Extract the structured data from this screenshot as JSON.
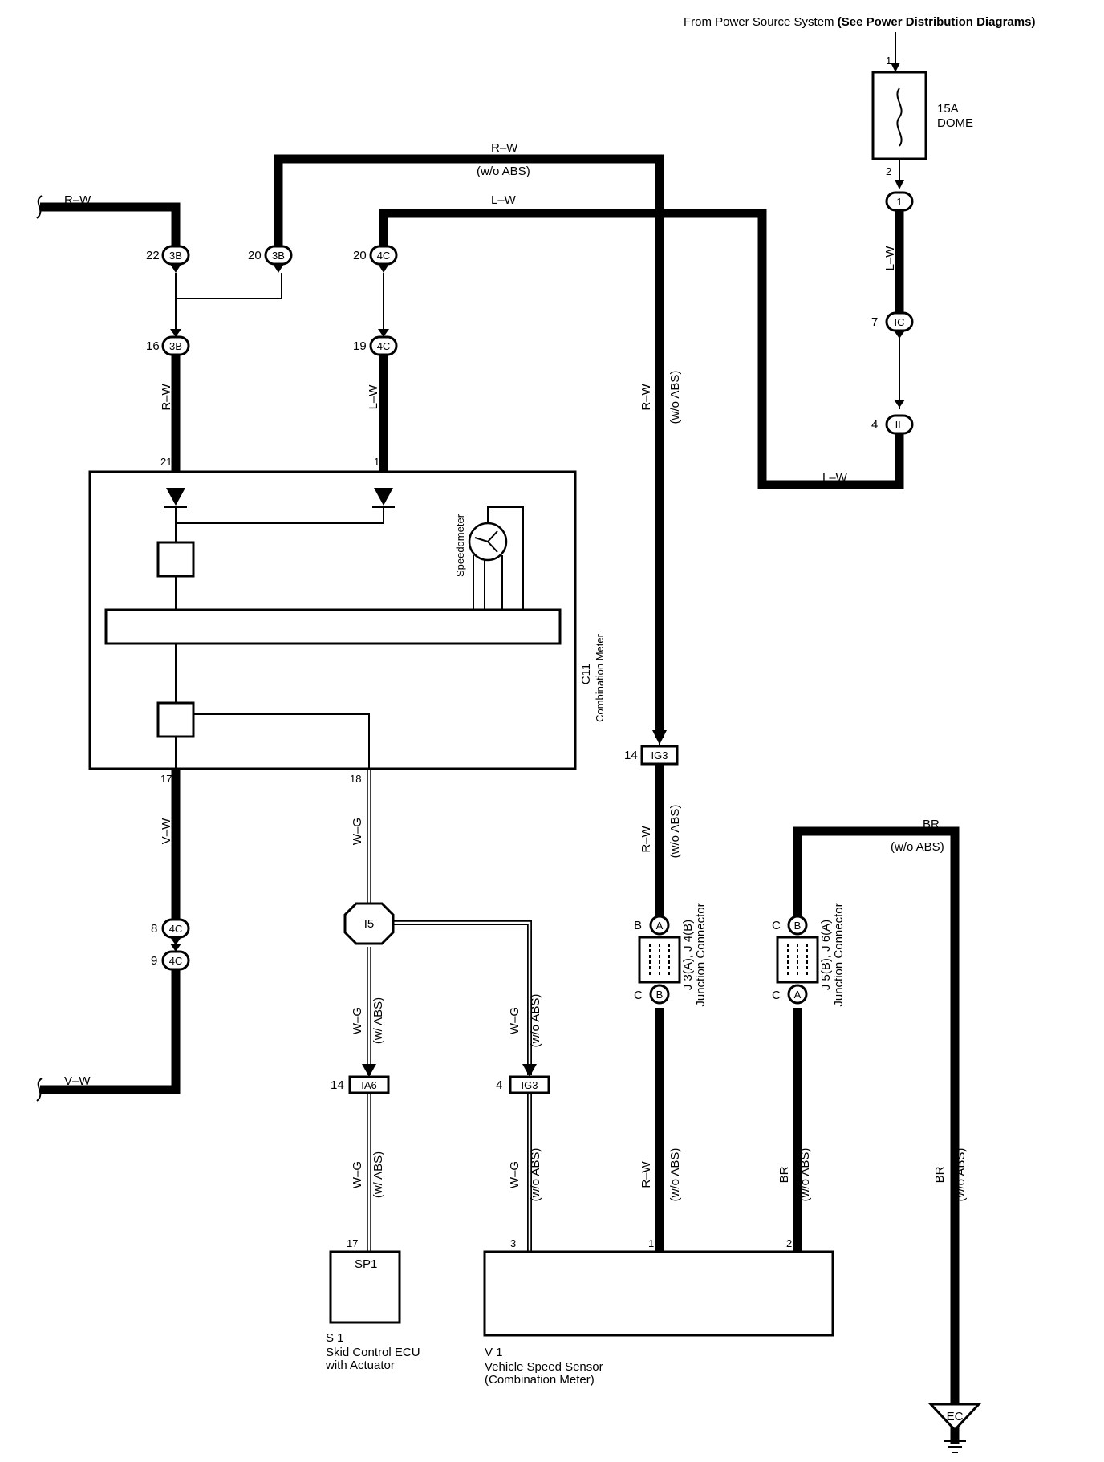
{
  "header": {
    "source_prefix": "From Power Source System",
    "source_ref": "(See Power Distribution Diagrams)"
  },
  "fuse": {
    "label": "15A",
    "name": "DOME",
    "pin_in": "1",
    "pin_out": "2"
  },
  "wires": {
    "rw": "R–W",
    "lw": "L–W",
    "vw": "V–W",
    "wg": "W–G",
    "br": "BR",
    "wo_abs": "(w/o ABS)",
    "w_abs": "(w/ ABS)"
  },
  "connectors": {
    "c3b_22": {
      "id": "3B",
      "pin": "22"
    },
    "c3b_20": {
      "id": "3B",
      "pin": "20"
    },
    "c4c_20": {
      "id": "4C",
      "pin": "20"
    },
    "c3b_16": {
      "id": "3B",
      "pin": "16"
    },
    "c4c_19": {
      "id": "4C",
      "pin": "19"
    },
    "c1_1": {
      "id": "1",
      "pin": ""
    },
    "c1c_7": {
      "id": "IC",
      "pin": "7"
    },
    "c1l_4": {
      "id": "IL",
      "pin": "4"
    },
    "c4c_8": {
      "id": "4C",
      "pin": "8"
    },
    "c4c_9": {
      "id": "4C",
      "pin": "9"
    },
    "ig3_14": {
      "id": "IG3",
      "pin": "14"
    },
    "ia6_14": {
      "id": "IA6",
      "pin": "14"
    },
    "ig3_4": {
      "id": "IG3",
      "pin": "4"
    },
    "i5": "I5"
  },
  "meter": {
    "code": "C11",
    "name": "Combination Meter",
    "gauge": "Speedometer",
    "pin_21": "21",
    "pin_1": "1",
    "pin_17": "17",
    "pin_18": "18"
  },
  "junctions": {
    "j3j4": {
      "label": "J 3(A), J 4(B)",
      "sub": "Junction Connector",
      "top_left": "B",
      "top_right": "A",
      "bot_left": "C",
      "bot_right": "B"
    },
    "j5j6": {
      "label": "J 5(B), J 6(A)",
      "sub": "Junction Connector",
      "top_left": "C",
      "top_right": "B",
      "bot_left": "C",
      "bot_right": "A"
    }
  },
  "ecu": {
    "code": "S 1",
    "name": "Skid Control ECU",
    "name2": "with Actuator",
    "inner": "SP1",
    "pin": "17"
  },
  "sensor": {
    "code": "V 1",
    "name": "Vehicle Speed Sensor",
    "name2": "(Combination Meter)",
    "pin_3": "3",
    "pin_1": "1",
    "pin_2": "2"
  },
  "ground": {
    "label": "EC"
  }
}
